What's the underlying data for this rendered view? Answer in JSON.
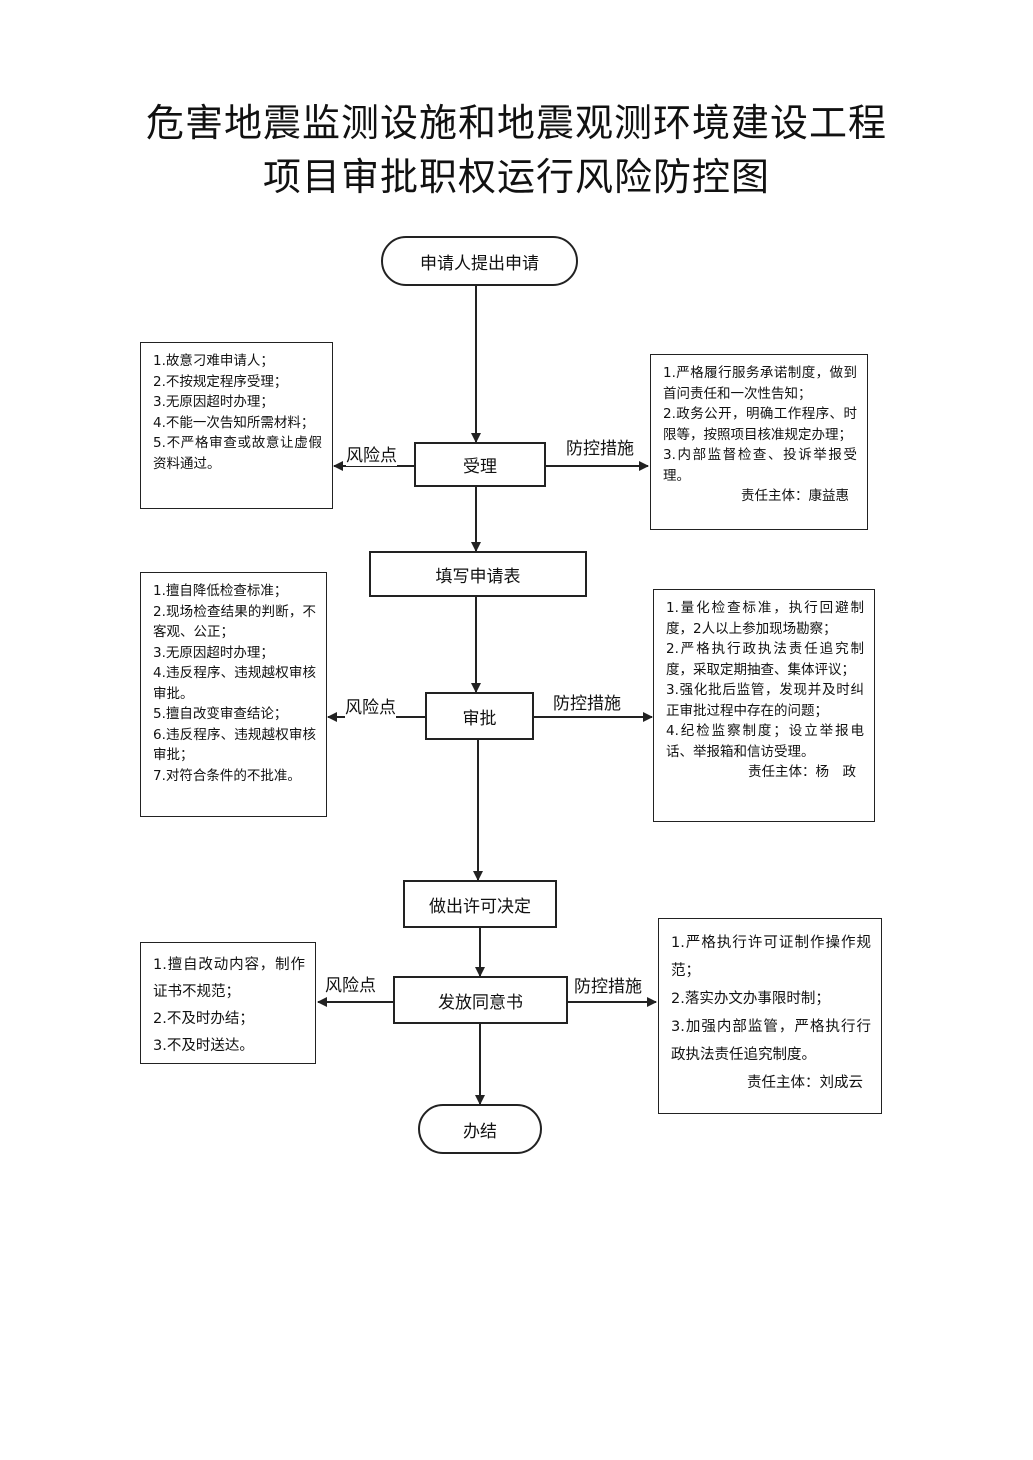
{
  "title": {
    "line1": "危害地震监测设施和地震观测环境建设工程",
    "line2": "项目审批职权运行风险防控图"
  },
  "flow": {
    "start": "申请人提出申请",
    "accept": "受理",
    "fill_form": "填写申请表",
    "approve": "审批",
    "decision": "做出许可决定",
    "issue": "发放同意书",
    "end": "办结"
  },
  "labels": {
    "risk_point": "风险点",
    "control_measure": "防控措施"
  },
  "risks": {
    "accept": [
      "1.故意刁难申请人；",
      "2.不按规定程序受理；",
      "3.无原因超时办理；",
      "4.不能一次告知所需材料；",
      "5.不严格审查或故意让虚假资料通过。"
    ],
    "approve": [
      "1.擅自降低检查标准；",
      "2.现场检查结果的判断，不客观、公正；",
      "3.无原因超时办理；",
      "4.违反程序、违规越权审核审批。",
      "5.擅自改变审查结论；",
      "6.违反程序、违规越权审核审批；",
      "7.对符合条件的不批准。"
    ],
    "issue": [
      "1.擅自改动内容，制作证书不规范；",
      "2.不及时办结；",
      "3.不及时送达。"
    ]
  },
  "measures": {
    "accept": {
      "items": [
        "1.严格履行服务承诺制度，做到首问责任和一次性告知；",
        "2.政务公开，明确工作程序、时限等，按照项目核准规定办理；",
        "3.内部监督检查、投诉举报受理。"
      ],
      "responsible": "责任主体：康益惠"
    },
    "approve": {
      "items": [
        "1.量化检查标准，执行回避制度，2人以上参加现场勘察；",
        "2.严格执行政执法责任追究制度，采取定期抽查、集体评议；",
        "3.强化批后监管，发现并及时纠正审批过程中存在的问题；",
        "4.纪检监察制度；设立举报电话、举报箱和信访受理。"
      ],
      "responsible": "责任主体：杨　政"
    },
    "issue": {
      "items": [
        "1.严格执行许可证制作操作规范；",
        "2.落实办文办事限时制；",
        "3.加强内部监管，严格执行行政执法责任追究制度。"
      ],
      "responsible": "责任主体：刘成云"
    }
  },
  "colors": {
    "line": "#222222",
    "background": "#ffffff"
  }
}
